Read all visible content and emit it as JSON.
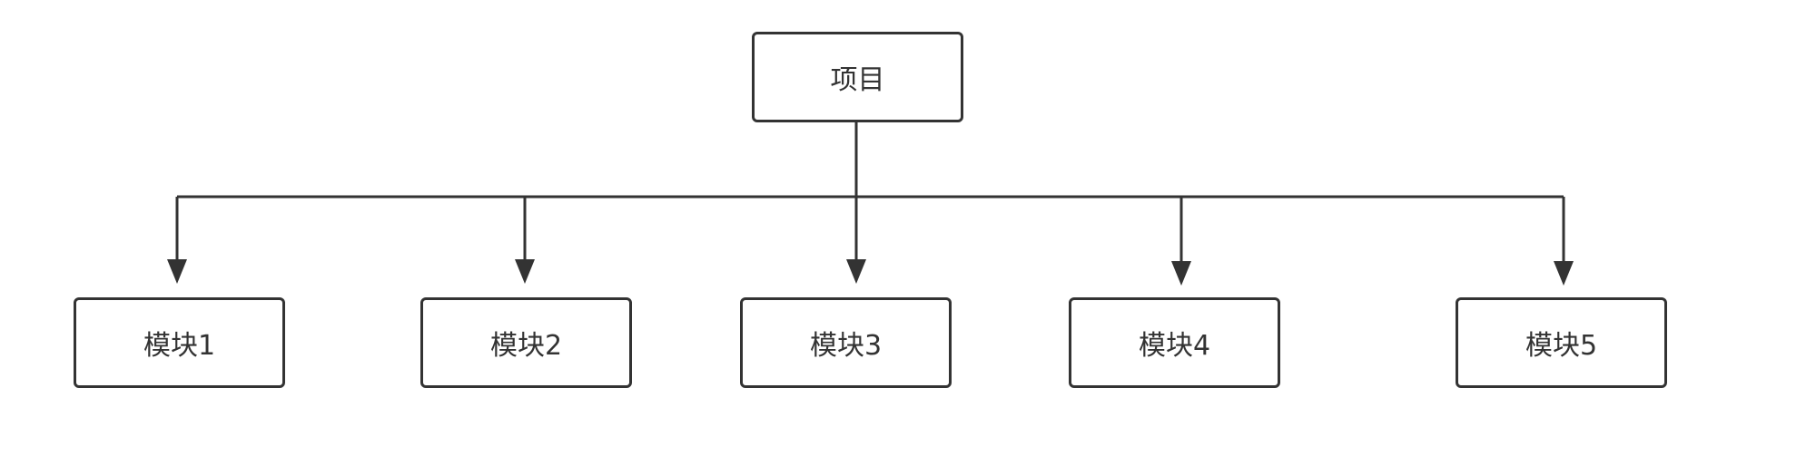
{
  "diagram": {
    "root": {
      "label": "项目"
    },
    "children": [
      {
        "label": "模块1"
      },
      {
        "label": "模块2"
      },
      {
        "label": "模块3"
      },
      {
        "label": "模块4"
      },
      {
        "label": "模块5"
      }
    ],
    "colors": {
      "stroke": "#333333",
      "node_fill": "#ffffff",
      "text": "#333333",
      "background": "#ffffff"
    }
  }
}
